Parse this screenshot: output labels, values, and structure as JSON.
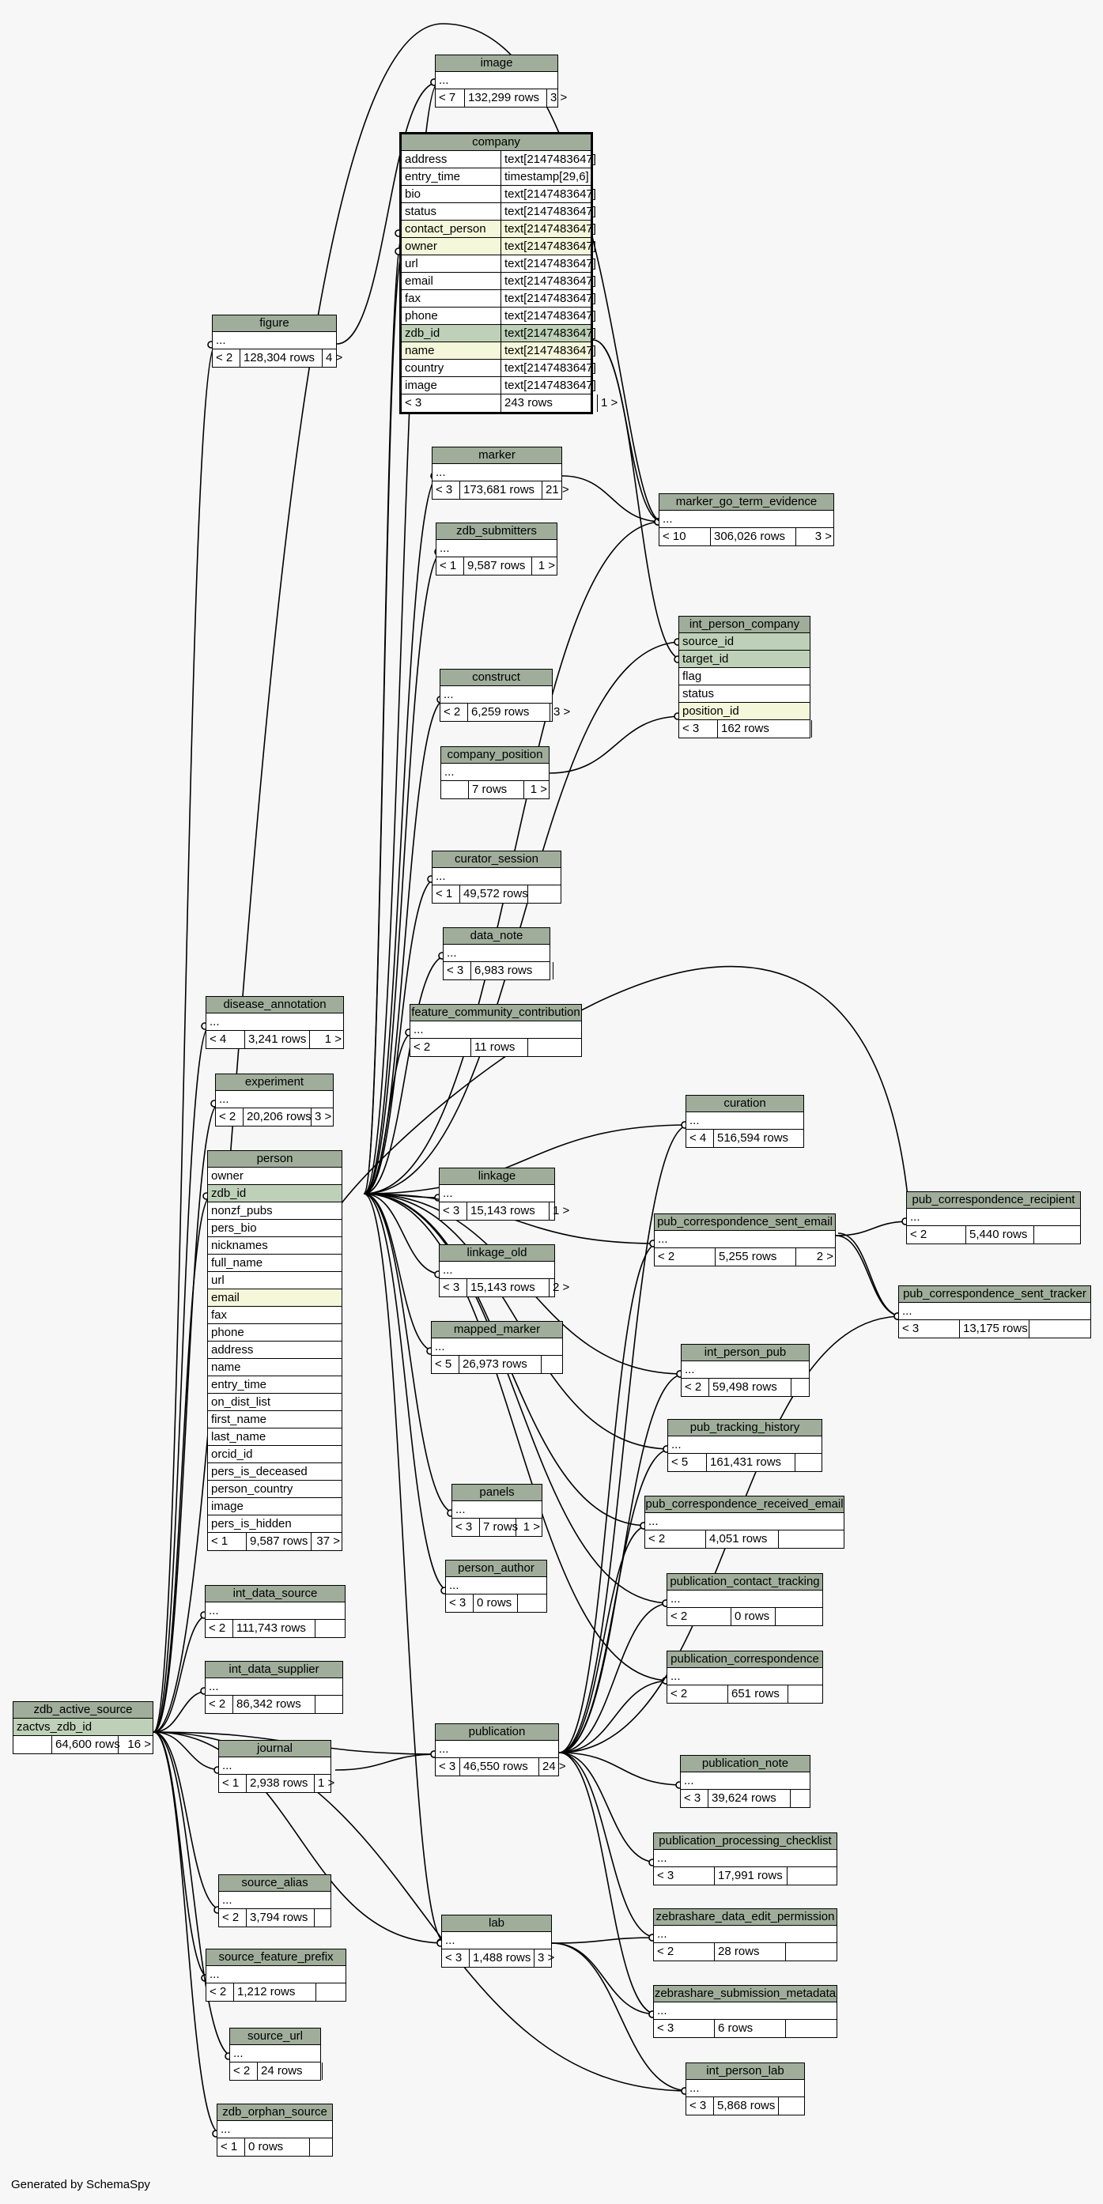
{
  "footer": "Generated by SchemaSpy",
  "tables": [
    {
      "id": "image",
      "name": "image",
      "cols": [
        "..."
      ],
      "stats": [
        "< 7",
        "132,299 rows",
        "3 >"
      ]
    },
    {
      "id": "company",
      "name": "company",
      "columns": [
        {
          "name": "address",
          "type": "text[2147483647]"
        },
        {
          "name": "entry_time",
          "type": "timestamp[29,6]"
        },
        {
          "name": "bio",
          "type": "text[2147483647]"
        },
        {
          "name": "status",
          "type": "text[2147483647]"
        },
        {
          "name": "contact_person",
          "type": "text[2147483647]",
          "kind": "idx"
        },
        {
          "name": "owner",
          "type": "text[2147483647]",
          "kind": "idx"
        },
        {
          "name": "url",
          "type": "text[2147483647]"
        },
        {
          "name": "email",
          "type": "text[2147483647]"
        },
        {
          "name": "fax",
          "type": "text[2147483647]"
        },
        {
          "name": "phone",
          "type": "text[2147483647]"
        },
        {
          "name": "zdb_id",
          "type": "text[2147483647]",
          "kind": "pk"
        },
        {
          "name": "name",
          "type": "text[2147483647]",
          "kind": "idx"
        },
        {
          "name": "country",
          "type": "text[2147483647]"
        },
        {
          "name": "image",
          "type": "text[2147483647]"
        }
      ],
      "stats": [
        "< 3",
        "243 rows",
        "1 >"
      ]
    },
    {
      "id": "figure",
      "name": "figure",
      "cols": [
        "..."
      ],
      "stats": [
        "< 2",
        "128,304 rows",
        "4 >"
      ]
    },
    {
      "id": "marker",
      "name": "marker",
      "cols": [
        "..."
      ],
      "stats": [
        "< 3",
        "173,681 rows",
        "21 >"
      ]
    },
    {
      "id": "marker_go_term_evidence",
      "name": "marker_go_term_evidence",
      "cols": [
        "..."
      ],
      "stats": [
        "< 10",
        "306,026 rows",
        "3 >"
      ]
    },
    {
      "id": "zdb_submitters",
      "name": "zdb_submitters",
      "cols": [
        "..."
      ],
      "stats": [
        "< 1",
        "9,587 rows",
        "1 >"
      ]
    },
    {
      "id": "int_person_company",
      "name": "int_person_company",
      "columns": [
        {
          "name": "source_id",
          "kind": "pk"
        },
        {
          "name": "target_id",
          "kind": "pk"
        },
        {
          "name": "flag"
        },
        {
          "name": "status"
        },
        {
          "name": "position_id",
          "kind": "idx"
        }
      ],
      "stats": [
        "< 3",
        "162 rows",
        ""
      ]
    },
    {
      "id": "construct",
      "name": "construct",
      "cols": [
        "..."
      ],
      "stats": [
        "< 2",
        "6,259 rows",
        "3 >"
      ]
    },
    {
      "id": "company_position",
      "name": "company_position",
      "cols": [
        "..."
      ],
      "stats": [
        "",
        "7 rows",
        "1 >"
      ]
    },
    {
      "id": "curator_session",
      "name": "curator_session",
      "cols": [
        "..."
      ],
      "stats": [
        "< 1",
        "49,572 rows",
        ""
      ]
    },
    {
      "id": "data_note",
      "name": "data_note",
      "cols": [
        "..."
      ],
      "stats": [
        "< 3",
        "6,983 rows",
        ""
      ]
    },
    {
      "id": "disease_annotation",
      "name": "disease_annotation",
      "cols": [
        "..."
      ],
      "stats": [
        "< 4",
        "3,241 rows",
        "1 >"
      ]
    },
    {
      "id": "feature_community_contribution",
      "name": "feature_community_contribution",
      "cols": [
        "..."
      ],
      "stats": [
        "< 2",
        "11 rows",
        ""
      ]
    },
    {
      "id": "experiment",
      "name": "experiment",
      "cols": [
        "..."
      ],
      "stats": [
        "< 2",
        "20,206 rows",
        "3 >"
      ]
    },
    {
      "id": "curation",
      "name": "curation",
      "cols": [
        "..."
      ],
      "stats": [
        "< 4",
        "516,594 rows",
        ""
      ]
    },
    {
      "id": "person",
      "name": "person",
      "columns": [
        {
          "name": "owner"
        },
        {
          "name": "zdb_id",
          "kind": "pk"
        },
        {
          "name": "nonzf_pubs"
        },
        {
          "name": "pers_bio"
        },
        {
          "name": "nicknames"
        },
        {
          "name": "full_name"
        },
        {
          "name": "url"
        },
        {
          "name": "email",
          "kind": "idx"
        },
        {
          "name": "fax"
        },
        {
          "name": "phone"
        },
        {
          "name": "address"
        },
        {
          "name": "name"
        },
        {
          "name": "entry_time"
        },
        {
          "name": "on_dist_list"
        },
        {
          "name": "first_name"
        },
        {
          "name": "last_name"
        },
        {
          "name": "orcid_id"
        },
        {
          "name": "pers_is_deceased"
        },
        {
          "name": "person_country"
        },
        {
          "name": "image"
        },
        {
          "name": "pers_is_hidden"
        }
      ],
      "stats": [
        "< 1",
        "9,587 rows",
        "37 >"
      ]
    },
    {
      "id": "linkage",
      "name": "linkage",
      "cols": [
        "..."
      ],
      "stats": [
        "< 3",
        "15,143 rows",
        "1 >"
      ]
    },
    {
      "id": "pub_correspondence_sent_email",
      "name": "pub_correspondence_sent_email",
      "cols": [
        "..."
      ],
      "stats": [
        "< 2",
        "5,255 rows",
        "2 >"
      ]
    },
    {
      "id": "pub_correspondence_recipient",
      "name": "pub_correspondence_recipient",
      "cols": [
        "..."
      ],
      "stats": [
        "< 2",
        "5,440 rows",
        ""
      ]
    },
    {
      "id": "linkage_old",
      "name": "linkage_old",
      "cols": [
        "..."
      ],
      "stats": [
        "< 3",
        "15,143 rows",
        "2 >"
      ]
    },
    {
      "id": "pub_correspondence_sent_tracker",
      "name": "pub_correspondence_sent_tracker",
      "cols": [
        "..."
      ],
      "stats": [
        "< 3",
        "13,175 rows",
        ""
      ]
    },
    {
      "id": "mapped_marker",
      "name": "mapped_marker",
      "cols": [
        "..."
      ],
      "stats": [
        "< 5",
        "26,973 rows",
        ""
      ]
    },
    {
      "id": "int_person_pub",
      "name": "int_person_pub",
      "cols": [
        "..."
      ],
      "stats": [
        "< 2",
        "59,498 rows",
        ""
      ]
    },
    {
      "id": "pub_tracking_history",
      "name": "pub_tracking_history",
      "cols": [
        "..."
      ],
      "stats": [
        "< 5",
        "161,431 rows",
        ""
      ]
    },
    {
      "id": "panels",
      "name": "panels",
      "cols": [
        "..."
      ],
      "stats": [
        "< 3",
        "7 rows",
        "1 >"
      ]
    },
    {
      "id": "pub_correspondence_received_email",
      "name": "pub_correspondence_received_email",
      "cols": [
        "..."
      ],
      "stats": [
        "< 2",
        "4,051 rows",
        ""
      ]
    },
    {
      "id": "person_author",
      "name": "person_author",
      "cols": [
        "..."
      ],
      "stats": [
        "< 3",
        "0 rows",
        ""
      ]
    },
    {
      "id": "int_data_source",
      "name": "int_data_source",
      "cols": [
        "..."
      ],
      "stats": [
        "< 2",
        "111,743 rows",
        ""
      ]
    },
    {
      "id": "publication_contact_tracking",
      "name": "publication_contact_tracking",
      "cols": [
        "..."
      ],
      "stats": [
        "< 2",
        "0 rows",
        ""
      ]
    },
    {
      "id": "int_data_supplier",
      "name": "int_data_supplier",
      "cols": [
        "..."
      ],
      "stats": [
        "< 2",
        "86,342 rows",
        ""
      ]
    },
    {
      "id": "publication_correspondence",
      "name": "publication_correspondence",
      "cols": [
        "..."
      ],
      "stats": [
        "< 2",
        "651 rows",
        ""
      ]
    },
    {
      "id": "zdb_active_source",
      "name": "zdb_active_source",
      "columns": [
        {
          "name": "zactvs_zdb_id",
          "kind": "pk"
        }
      ],
      "stats": [
        "",
        "64,600 rows",
        "16 >"
      ]
    },
    {
      "id": "publication",
      "name": "publication",
      "cols": [
        "..."
      ],
      "stats": [
        "< 3",
        "46,550 rows",
        "24 >"
      ]
    },
    {
      "id": "journal",
      "name": "journal",
      "cols": [
        "..."
      ],
      "stats": [
        "< 1",
        "2,938 rows",
        "1 >"
      ]
    },
    {
      "id": "publication_note",
      "name": "publication_note",
      "cols": [
        "..."
      ],
      "stats": [
        "< 3",
        "39,624 rows",
        ""
      ]
    },
    {
      "id": "publication_processing_checklist",
      "name": "publication_processing_checklist",
      "cols": [
        "..."
      ],
      "stats": [
        "< 3",
        "17,991 rows",
        ""
      ]
    },
    {
      "id": "source_alias",
      "name": "source_alias",
      "cols": [
        "..."
      ],
      "stats": [
        "< 2",
        "3,794 rows",
        ""
      ]
    },
    {
      "id": "zebrashare_data_edit_permission",
      "name": "zebrashare_data_edit_permission",
      "cols": [
        "..."
      ],
      "stats": [
        "< 2",
        "28 rows",
        ""
      ]
    },
    {
      "id": "lab",
      "name": "lab",
      "cols": [
        "..."
      ],
      "stats": [
        "< 3",
        "1,488 rows",
        "3 >"
      ]
    },
    {
      "id": "source_feature_prefix",
      "name": "source_feature_prefix",
      "cols": [
        "..."
      ],
      "stats": [
        "< 2",
        "1,212 rows",
        ""
      ]
    },
    {
      "id": "zebrashare_submission_metadata",
      "name": "zebrashare_submission_metadata",
      "cols": [
        "..."
      ],
      "stats": [
        "< 3",
        "6 rows",
        ""
      ]
    },
    {
      "id": "source_url",
      "name": "source_url",
      "cols": [
        "..."
      ],
      "stats": [
        "< 2",
        "24 rows",
        ""
      ]
    },
    {
      "id": "int_person_lab",
      "name": "int_person_lab",
      "cols": [
        "..."
      ],
      "stats": [
        "< 3",
        "5,868 rows",
        ""
      ]
    },
    {
      "id": "zdb_orphan_source",
      "name": "zdb_orphan_source",
      "cols": [
        "..."
      ],
      "stats": [
        "< 1",
        "0 rows",
        ""
      ]
    }
  ]
}
